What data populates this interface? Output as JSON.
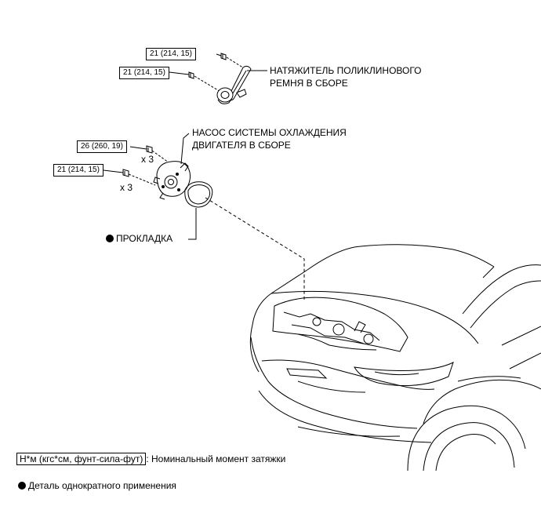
{
  "torque_specs": {
    "tensioner_upper": "21 (214, 15)",
    "tensioner_lower": "21 (214, 15)",
    "pump_upper": "26 (260, 19)",
    "pump_lower": "21 (214, 15)"
  },
  "quantities": {
    "pump_upper": "x 3",
    "pump_lower": "x 3"
  },
  "labels": {
    "tensioner_line1": "НАТЯЖИТЕЛЬ ПОЛИКЛИНОВОГО",
    "tensioner_line2": "РЕМНЯ В СБОРЕ",
    "pump_line1": "НАСОС СИСТЕМЫ ОХЛАЖДЕНИЯ",
    "pump_line2": "ДВИГАТЕЛЯ В СБОРЕ",
    "gasket": "ПРОКЛАДКА"
  },
  "legend": {
    "torque_unit_box": "Н*м (кгс*см, фунт-сила-фут)",
    "torque_description": ": Номинальный момент затяжки",
    "single_use": "Деталь однократного применения"
  }
}
